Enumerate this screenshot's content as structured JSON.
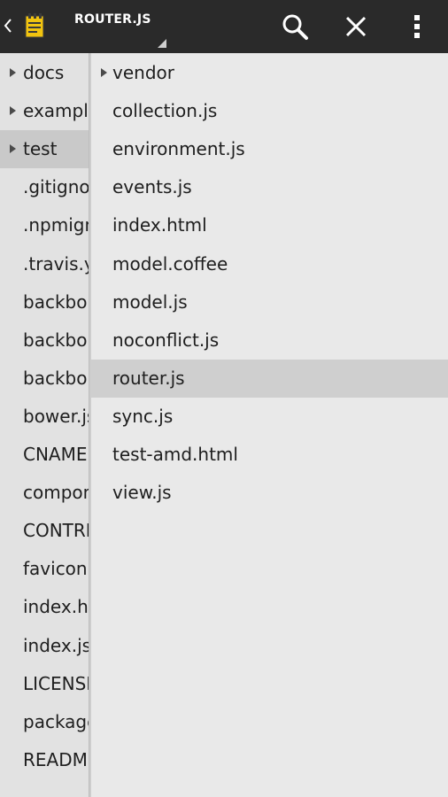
{
  "header": {
    "title": "ROUTER.JS",
    "back_icon": "chevron-left-icon",
    "app_icon": "notepad-icon",
    "actions": [
      "search-icon",
      "close-icon",
      "more-vert-icon"
    ]
  },
  "colors": {
    "toolbar": "#2a2a2a",
    "pane_bg": "#e2e2e2",
    "selected_bg": "#c9c9c9",
    "app_icon": "#f2c40f"
  },
  "left_tree": {
    "items": [
      {
        "label": "docs",
        "folder": true
      },
      {
        "label": "examples",
        "folder": true
      },
      {
        "label": "test",
        "folder": true,
        "selected": true
      },
      {
        "label": ".gitignore"
      },
      {
        "label": ".npmignore"
      },
      {
        "label": ".travis.yml"
      },
      {
        "label": "backbone-min.js"
      },
      {
        "label": "backbone-min.map"
      },
      {
        "label": "backbone.js"
      },
      {
        "label": "bower.json"
      },
      {
        "label": "CNAME"
      },
      {
        "label": "component.json"
      },
      {
        "label": "CONTRIBUTING.md"
      },
      {
        "label": "favicon.ico"
      },
      {
        "label": "index.html"
      },
      {
        "label": "index.js"
      },
      {
        "label": "LICENSE"
      },
      {
        "label": "package.json"
      },
      {
        "label": "README.md"
      }
    ]
  },
  "right_tree": {
    "items": [
      {
        "label": "vendor",
        "folder": true
      },
      {
        "label": "collection.js"
      },
      {
        "label": "environment.js"
      },
      {
        "label": "events.js"
      },
      {
        "label": "index.html"
      },
      {
        "label": "model.coffee"
      },
      {
        "label": "model.js"
      },
      {
        "label": "noconflict.js"
      },
      {
        "label": "router.js",
        "selected": true
      },
      {
        "label": "sync.js"
      },
      {
        "label": "test-amd.html"
      },
      {
        "label": "view.js"
      }
    ]
  }
}
